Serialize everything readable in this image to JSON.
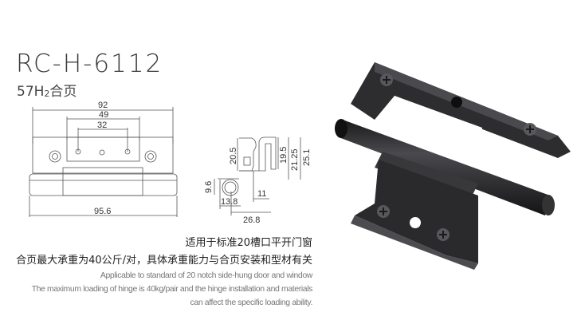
{
  "product": {
    "model": "RC-H-6112",
    "subtitle_prefix": "57H",
    "subtitle_sub": "2",
    "subtitle_suffix": "合页"
  },
  "front_view": {
    "dim_top_outer": "92",
    "dim_top_mid": "49",
    "dim_top_inner": "32",
    "dim_bottom": "95.6"
  },
  "side_view": {
    "dim_20_5": "20.5",
    "dim_19_5": "19.5",
    "dim_21_25": "21.25",
    "dim_25_1": "25.1",
    "dim_9_6": "9.6",
    "dim_11": "11",
    "dim_13_8": "13.8",
    "dim_26_8": "26.8"
  },
  "description": {
    "cn_line1": "适用于标准20槽口平开门窗",
    "cn_line2": "合页最大承重为40公斤/对，具体承重能力与合页安装和型材有关",
    "en_line1": "Applicable to standard of 20 notch side-hung door and window",
    "en_line2": "The maximum loading of hinge is 40kg/pair and the hinge installation and materials",
    "en_line3": "can affect the specific loading ability."
  },
  "colors": {
    "hinge": "#2b2b2d",
    "line": "#555555"
  }
}
